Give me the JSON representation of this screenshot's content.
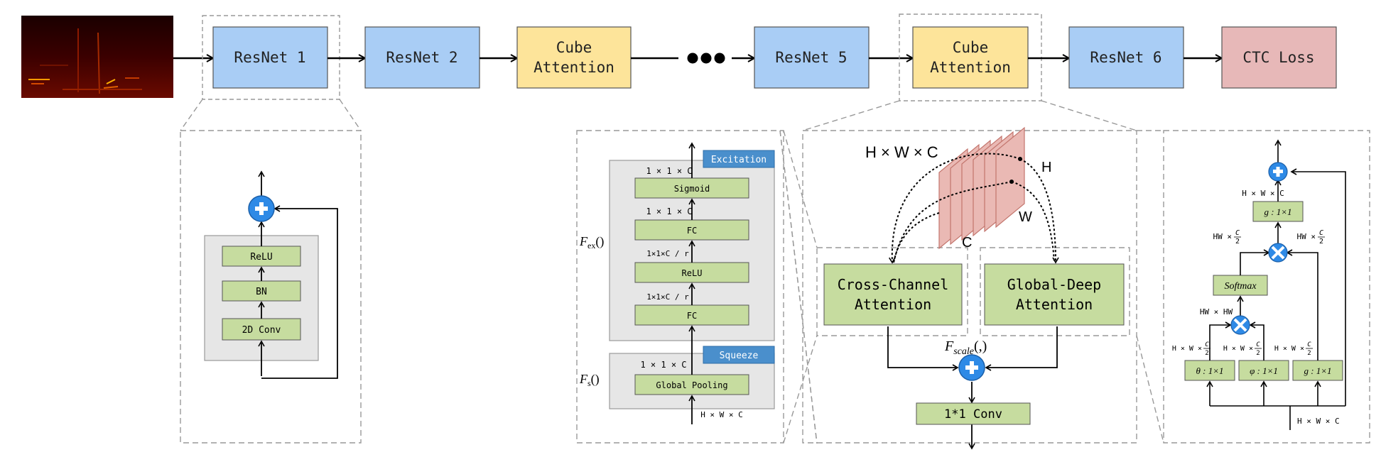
{
  "pipeline": {
    "resnet1": "ResNet 1",
    "resnet2": "ResNet 2",
    "cube_attention_1_line1": "Cube",
    "cube_attention_1_line2": "Attention",
    "resnet5": "ResNet 5",
    "cube_attention_2_line1": "Cube",
    "cube_attention_2_line2": "Attention",
    "resnet6": "ResNet 6",
    "ctc_loss": "CTC Loss"
  },
  "resblock": {
    "relu": "ReLU",
    "bn": "BN",
    "conv": "2D Conv"
  },
  "se_block": {
    "excitation": "Excitation",
    "squeeze": "Squeeze",
    "sigmoid": "Sigmoid",
    "fc_top": "FC",
    "relu": "ReLU",
    "fc_bottom": "FC",
    "global_pooling": "Global Pooling",
    "dim_1x1xC_top": "1 × 1 × C",
    "dim_1x1xC_mid": "1 × 1 × C",
    "dim_1x1xCr_1": "1×1×C / r",
    "dim_1x1xCr_2": "1×1×C / r",
    "dim_1x1xC_squeeze": "1 × 1 × C",
    "dim_HxWxC": "H × W × C",
    "f_ex_label": "F",
    "f_ex_sub": "ex",
    "f_ex_suffix": "()",
    "f_s_label": "F",
    "f_s_sub": "s",
    "f_s_suffix": "()"
  },
  "cube": {
    "dims": "H × W × C",
    "h_label": "H",
    "w_label": "W",
    "c_label": "C",
    "cross_channel_line1": "Cross-Channel",
    "cross_channel_line2": "Attention",
    "global_deep_line1": "Global-Deep",
    "global_deep_line2": "Attention",
    "f_scale_label": "F",
    "f_scale_sub": "scale",
    "f_scale_suffix": "(,)",
    "conv_1x1": "1*1 Conv"
  },
  "nonlocal": {
    "g_top": "g : 1×1",
    "softmax": "Softmax",
    "theta": "θ : 1×1",
    "phi": "φ : 1×1",
    "g_bottom": "g : 1×1",
    "dim_HWC_top": "H × W × C",
    "dim_HW_C2_left": "HW ×",
    "dim_HW_C2_right": "HW ×",
    "dim_HWxHW": "HW × HW",
    "dim_HWC2_theta": "H × W ×",
    "dim_HWC2_phi": "H × W ×",
    "dim_HWC2_g": "H × W ×",
    "frac_num": "C",
    "frac_den": "2",
    "dim_HWC_bottom": "H × W × C"
  },
  "colors": {
    "resnet_fill": "#a9cdf5",
    "attention_fill": "#fde49a",
    "loss_fill": "#e7b8b8",
    "layer_fill": "#c6dc9f",
    "panel_fill": "#e6e6e6",
    "badge_fill": "#4a8fcc",
    "adder_fill": "#2e8ae6",
    "cube_fill": "#e9b6b0"
  }
}
